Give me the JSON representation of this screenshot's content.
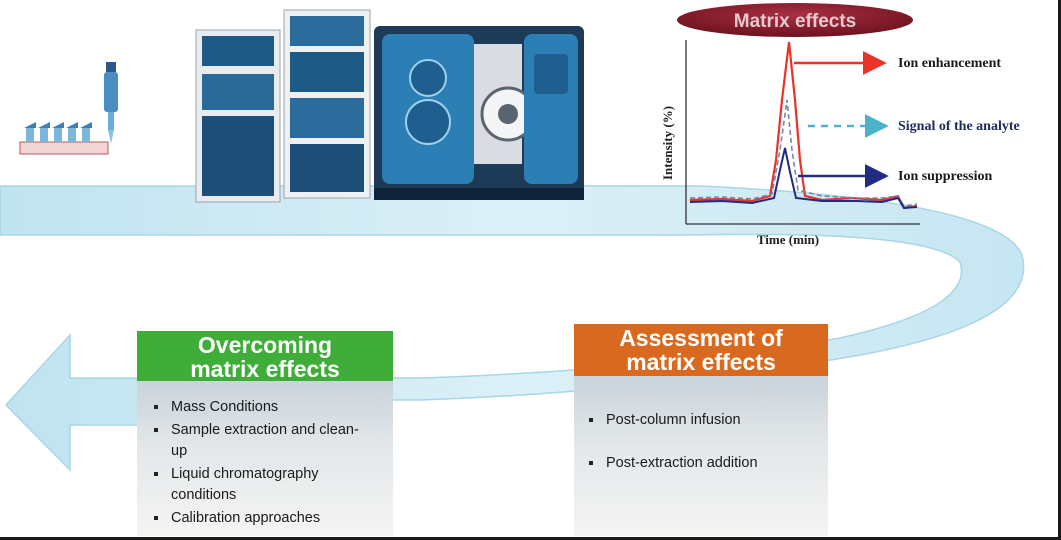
{
  "matrix_panel": {
    "title": "Matrix effects",
    "y_axis_label": "Intensity (%)",
    "x_axis_label": "Time (min)",
    "labels": {
      "enhancement": "Ion enhancement",
      "analyte": "Signal of the analyte",
      "suppression": "Ion suppression"
    }
  },
  "overcoming_box": {
    "title_line1": "Overcoming",
    "title_line2": "matrix effects",
    "items": [
      "Mass Conditions",
      "Sample extraction and clean-up",
      "Liquid chromatography conditions",
      "Calibration approaches"
    ]
  },
  "assessment_box": {
    "title_line1": "Assessment of",
    "title_line2": "matrix effects",
    "items": [
      "Post-column infusion",
      "Post-extraction addition"
    ]
  },
  "colors": {
    "arrow_light": "#cde9f3",
    "arrow_edge": "#a9d5e6",
    "green_header": "#3fae38",
    "orange_header": "#d9691e",
    "title_ellipse": "#7e1424",
    "enhancement_red": "#e8322a",
    "analyte_teal": "#4ab3c9",
    "suppression_navy": "#1f2c80"
  }
}
